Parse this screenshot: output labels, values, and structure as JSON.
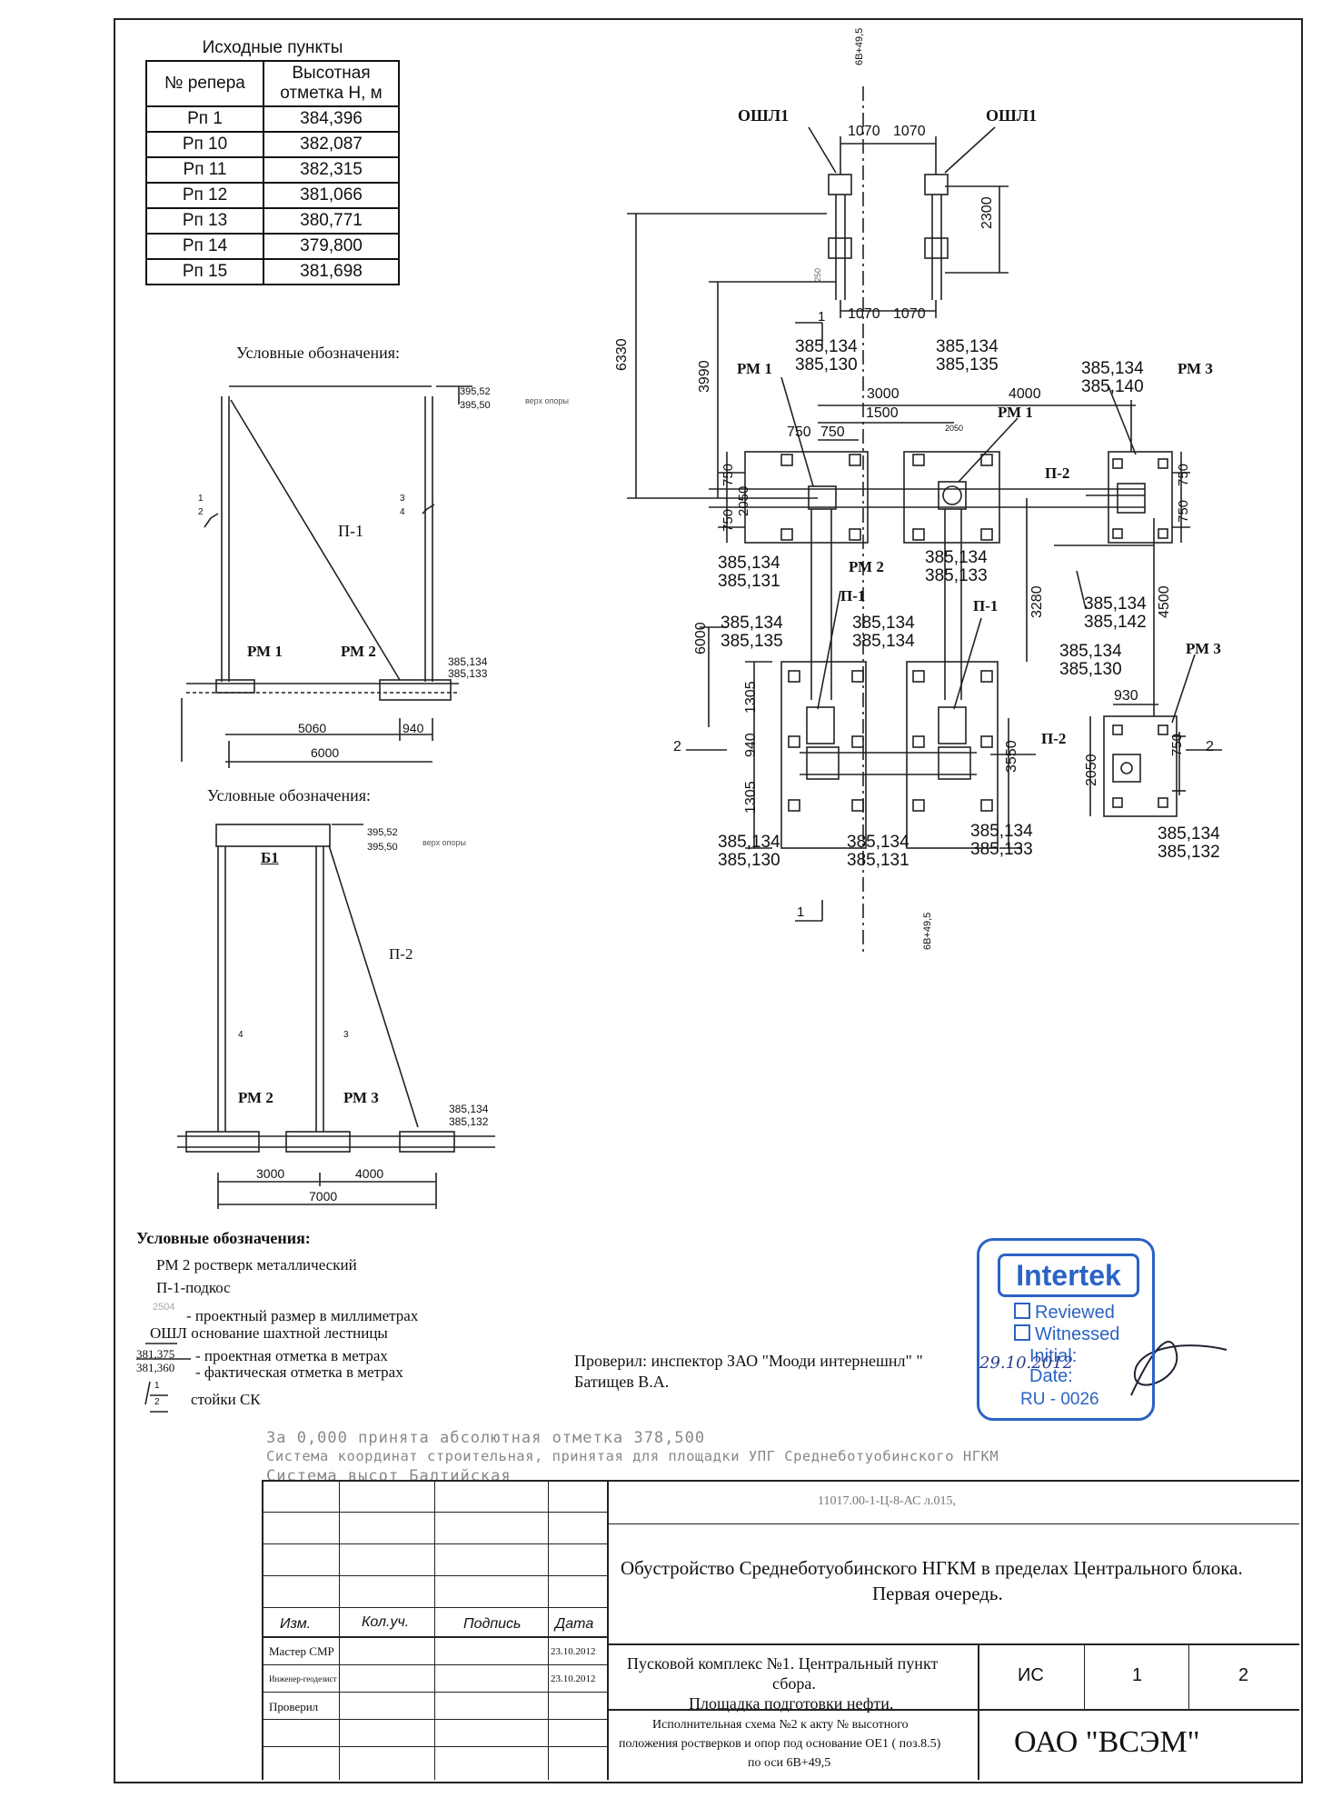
{
  "benchmarks": {
    "caption": "Исходные пункты",
    "col1": "№ репера",
    "col2_line1": "Высотная",
    "col2_line2": "отметка H, м",
    "rows": [
      {
        "id": "Рп 1",
        "h": "384,396"
      },
      {
        "id": "Рп 10",
        "h": "382,087"
      },
      {
        "id": "Рп 11",
        "h": "382,315"
      },
      {
        "id": "Рп 12",
        "h": "381,066"
      },
      {
        "id": "Рп 13",
        "h": "380,771"
      },
      {
        "id": "Рп 14",
        "h": "379,800"
      },
      {
        "id": "Рп 15",
        "h": "381,698"
      }
    ]
  },
  "section1": {
    "caption": "Условные обозначения:",
    "top_marks": [
      "395,52",
      "395,50"
    ],
    "top_label": "верх опоры",
    "brace": "П-1",
    "rm1": "РМ 1",
    "rm2": "РМ 2",
    "marks": [
      "385,134",
      "385,133"
    ],
    "post_left": [
      "1",
      "2"
    ],
    "post_right": [
      "3",
      "4"
    ],
    "dims": [
      "5060",
      "940",
      "6000"
    ]
  },
  "section2": {
    "caption": "Условные обозначения:",
    "top_marks": [
      "395,52",
      "395,50"
    ],
    "top_label": "верх опоры",
    "beam": "Б1",
    "brace": "П-2",
    "rm2": "РМ 2",
    "rm3": "РМ 3",
    "marks": [
      "385,134",
      "385,132"
    ],
    "posts": [
      "4",
      "3"
    ],
    "dims": [
      "3000",
      "4000",
      "7000"
    ]
  },
  "plan": {
    "axis_top": "6В+49,5",
    "axis_bottom": "6В+49,5",
    "oshl_left": "ОШЛ1",
    "oshl_right": "ОШЛ1",
    "dims": {
      "d1070a": "1070",
      "d1070b": "1070",
      "d1070c": "1070",
      "d1070d": "1070",
      "d2300": "2300",
      "d6330": "6330",
      "d3990": "3990",
      "d3000": "3000",
      "d1500": "1500",
      "d4000": "4000",
      "d750a": "750",
      "d750b": "750",
      "d750c": "750",
      "d750d": "750",
      "d2050a": "2050",
      "d2050b": "2050",
      "d6000": "6000",
      "d3280": "3280",
      "d4500": "4500",
      "d1305a": "1305",
      "d1305b": "1305",
      "d940": "940",
      "d3550": "3550",
      "d930": "930",
      "d750e": "750",
      "d750f": "750",
      "d750g": "750",
      "d2050c": "2050",
      "d250": "250"
    },
    "rm1_left": "РМ 1",
    "rm1_mid": "РМ 1",
    "rm2": "РМ 2",
    "rm3_top": "РМ 3",
    "rm3_bottom": "РМ 3",
    "p1a": "П-1",
    "p1b": "П-1",
    "p2a": "П-2",
    "p2b": "П-2",
    "section_mark": "1",
    "section_mark2": "2",
    "elev": {
      "e1": [
        "385,134",
        "385,130"
      ],
      "e2": [
        "385,134",
        "385,135"
      ],
      "e3": [
        "385,134",
        "385,140"
      ],
      "e4": [
        "385,134",
        "385,131"
      ],
      "e5": [
        "385,134",
        "385,133"
      ],
      "e6": [
        "385,134",
        "385,142"
      ],
      "e7": [
        "385,134",
        "385,135"
      ],
      "e8": [
        "385,134",
        "385,134"
      ],
      "e9": [
        "385,134",
        "385,130"
      ],
      "e10": [
        "385,134",
        "385,130"
      ],
      "e11": [
        "385,134",
        "385,131"
      ],
      "e12": [
        "385,134",
        "385,133"
      ],
      "e13": [
        "385,134",
        "385,132"
      ]
    }
  },
  "legend": {
    "caption": "Условные обозначения:",
    "items": [
      "РМ 2 ростверк металлический",
      "П-1-подкос",
      "- проектный размер в миллиметрах",
      "ОШЛ  основание шахтной лестницы",
      "- проектная отметка в метрах",
      "- фактическая отметка в метрах",
      "стойки СК"
    ],
    "sample_dim": "2504",
    "sample_marks": [
      "381,375",
      "381,360"
    ],
    "sample_post": [
      "1",
      "2"
    ]
  },
  "checked_by": {
    "line1": "Проверил: инспектор ЗАО \"Мооди интернешнл\" \"",
    "line2": "Батищев В.А."
  },
  "stamp": {
    "brand": "Intertek",
    "reviewed": "Reviewed",
    "witnessed": "Witnessed",
    "initial": "Initial:",
    "date_label": "Date:",
    "date_value": "29.10.2012",
    "code": "RU - 0026"
  },
  "notes": [
    "За 0,000 принята абсолютная отметка 378,500",
    "Система координат строительная, принятая для площадки УПГ Среднеботуобинского НГКМ",
    "Система высот Балтийская"
  ],
  "titleblock": {
    "doc_code": "11017.00-1-Ц-8-АС л.015,",
    "project_line1": "Обустройство Среднеботуобинского НГКМ в пределах Центрального блока.",
    "project_line2": "Первая очередь.",
    "hdr_izm": "Изм.",
    "hdr_kol": "Кол.уч.",
    "hdr_podp": "Подпись",
    "hdr_date": "Дата",
    "r1_role": "Мастер СМР",
    "r1_date": "23.10.2012",
    "r2_role": "Инженер-геодезист",
    "r2_date": "23.10.2012",
    "r3_role": "Проверил",
    "complex_line1": "Пусковой комплекс №1. Центральный пункт",
    "complex_line2": "сбора.",
    "complex_line3": "Площадка подготовки нефти.",
    "stage": "ИС",
    "sheet": "1",
    "sheets": "2",
    "drawing_line1": "Исполнительная схема №2 к акту №   высотного",
    "drawing_line2": "положения ростверков и опор под основание ОЕ1 ( поз.8.5)",
    "drawing_line3": "по оси 6В+49,5",
    "company": "ОАО \"ВСЭМ\""
  }
}
